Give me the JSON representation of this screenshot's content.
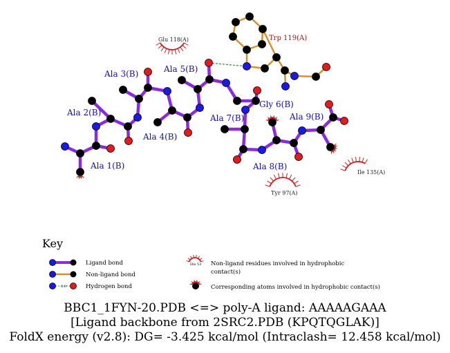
{
  "ligand_residues": [
    "Ala 1(B)",
    "Ala 2(B)",
    "Ala 3(B)",
    "Ala 4(B)",
    "Ala 5(B)",
    "Gly 6(B)",
    "Ala 7(B)",
    "Ala 8(B)",
    "Ala 9(B)"
  ],
  "contact_residues": {
    "glu": "Glu 118(A)",
    "trp": "Trp 119(A)",
    "ile": "Ile 135(A)",
    "tyr": "Tyr 97(A)"
  },
  "key": {
    "title": "Key",
    "ligand_bond": "Ligand bond",
    "nonligand_bond": "Non-ligand bond",
    "hydrogen_bond": "Hydrogen bond",
    "hbond_length": "3.0",
    "his_label": "His 53",
    "hydrophobic_residues_line1": "Non-ligand residues involved in hydrophobic",
    "hydrophobic_residues_line2": "contact(s)",
    "hydrophobic_atoms": "Corresponding atoms involved in hydrophobic contact(s)"
  },
  "caption": {
    "line1": "BBC1_1FYN-20.PDB <=> poly-A ligand: AAAAAGAAA",
    "line2": "[Ligand backbone from 2SRC2.PDB (KPQTQGLAK)]",
    "line3": "FoldX energy (v2.8): DG= -3.425 kcal/mol (Intraclash= 12.458 kcal/mol)"
  },
  "colors": {
    "ligand_bond": "#8a2be2",
    "nonligand_bond": "#d4902a",
    "hbond": "#2e8b2e",
    "carbon": "#000000",
    "nitrogen": "#1a1ae6",
    "oxygen": "#e61a1a",
    "arc": "#cc2020",
    "residue_label": "#1010b0"
  }
}
